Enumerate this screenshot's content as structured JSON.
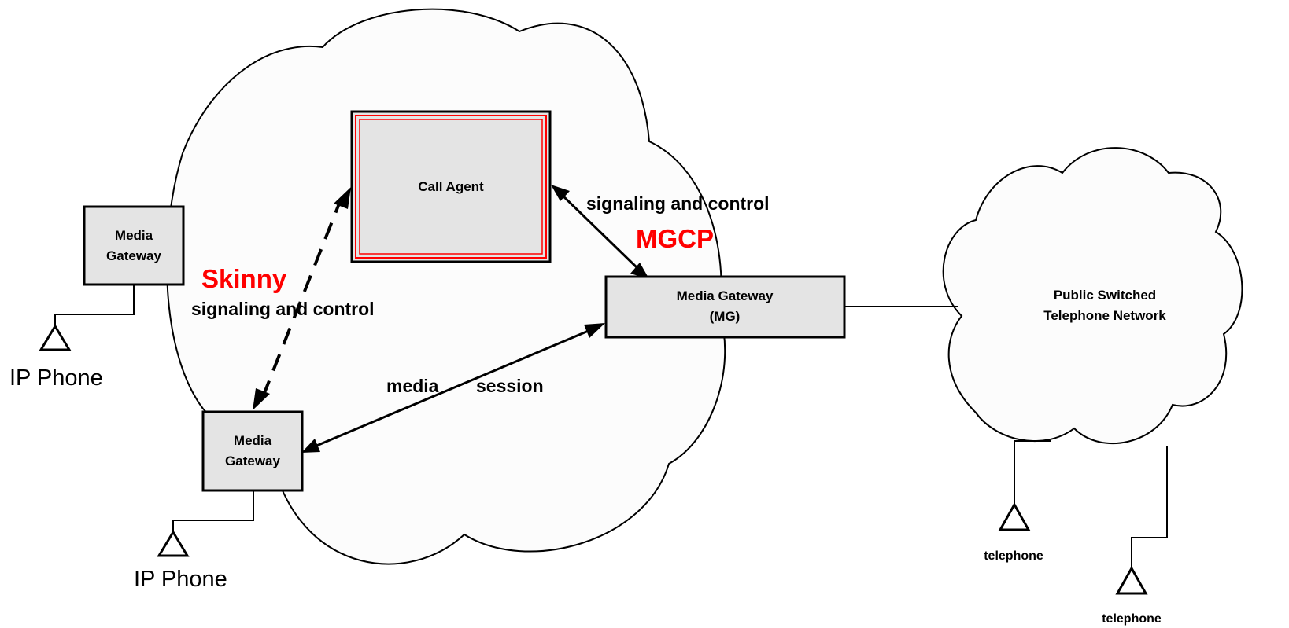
{
  "call_agent": {
    "label": "Call Agent"
  },
  "media_gateway_top_left": {
    "line1": "Media",
    "line2": "Gateway"
  },
  "media_gateway_bottom_left": {
    "line1": "Media",
    "line2": "Gateway"
  },
  "media_gateway_mg": {
    "line1": "Media Gateway",
    "line2": "(MG)"
  },
  "pstn": {
    "line1": "Public Switched",
    "line2": "Telephone Network"
  },
  "protocols": {
    "skinny": {
      "name": "Skinny",
      "description": "signaling and control"
    },
    "mgcp": {
      "name": "MGCP",
      "description": "signaling and control"
    }
  },
  "media_session": {
    "word1": "media",
    "word2": "session"
  },
  "ip_phones": [
    "IP Phone",
    "IP Phone"
  ],
  "telephones": [
    "telephone",
    "telephone"
  ],
  "colors": {
    "protocol_label": "#ff0000",
    "call_agent_border": "#ff0000",
    "box_fill": "#e4e4e4",
    "cloud_fill": "#fcfcfc"
  }
}
